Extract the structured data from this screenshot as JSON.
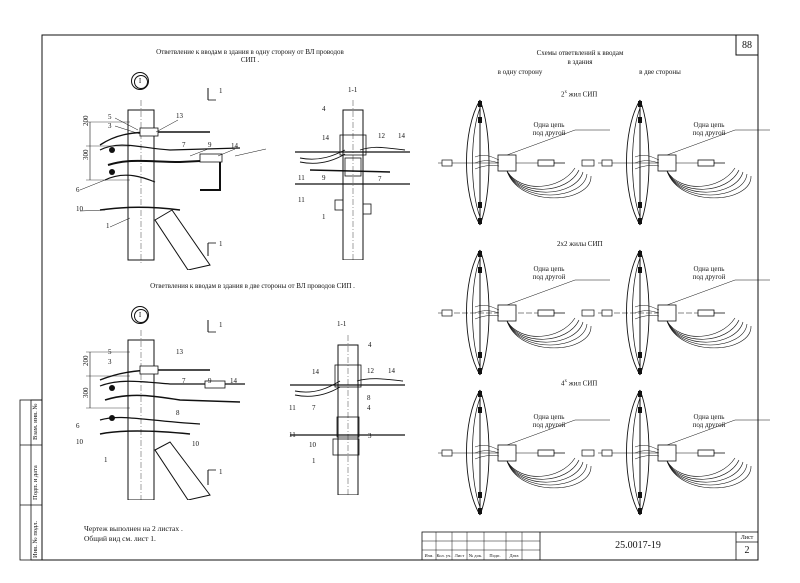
{
  "sheet_badge": "88",
  "left_panel": {
    "title_one_side": "Ответвление к вводам в здания в одну сторону от ВЛ проводов СИП .",
    "title_two_sides": "Ответвления к вводам в здания в две стороны от ВЛ проводов СИП .",
    "marker_top": "I",
    "marker_bottom": "I",
    "section_label_top": "1-1",
    "section_label_bottom": "1-1",
    "cut_mark": "1",
    "dims": {
      "d200": "200",
      "d300": "300"
    },
    "callouts_top": [
      "5",
      "3",
      "13",
      "7",
      "9",
      "14",
      "6",
      "10",
      "1"
    ],
    "callouts_section_top": [
      "4",
      "14",
      "12",
      "14",
      "11",
      "9",
      "7",
      "11",
      "1"
    ],
    "callouts_bottom": [
      "5",
      "3",
      "13",
      "7",
      "9",
      "14",
      "8",
      "6",
      "10",
      "10",
      "1"
    ],
    "callouts_section_bottom": [
      "4",
      "14",
      "12",
      "14",
      "11",
      "7",
      "8",
      "4",
      "11",
      "10",
      "3",
      "1"
    ],
    "note_line1": "Чертеж выполнен на 2 листах .",
    "note_line2": "Общий вид см. лист 1."
  },
  "right_panel": {
    "title_line1": "Схемы ответвлений к вводам",
    "title_line2": "в здания",
    "col_one_side": "в одну сторону",
    "col_two_sides": "в две стороны",
    "row1_label": "2",
    "row1_sup": "х",
    "row1_suffix": " жил СИП",
    "row2_label": "2х2 жилы СИП",
    "row3_label": "4",
    "row3_sup": "х",
    "row3_suffix": " жил СИП",
    "annotation_line1": "Одна цепь",
    "annotation_line2": "под другой"
  },
  "stamp": {
    "doc_number": "25.0017-19",
    "sheet_label": "Лист",
    "sheet_number": "2",
    "cols": [
      "Изм.",
      "Кол. уч.",
      "Лист",
      "№ док.",
      "Подп.",
      "Дата"
    ]
  },
  "side_stamp": {
    "cell1": "Взам. инв. №",
    "cell2": "Подп. и дата",
    "cell3": "Инв. № подл."
  }
}
